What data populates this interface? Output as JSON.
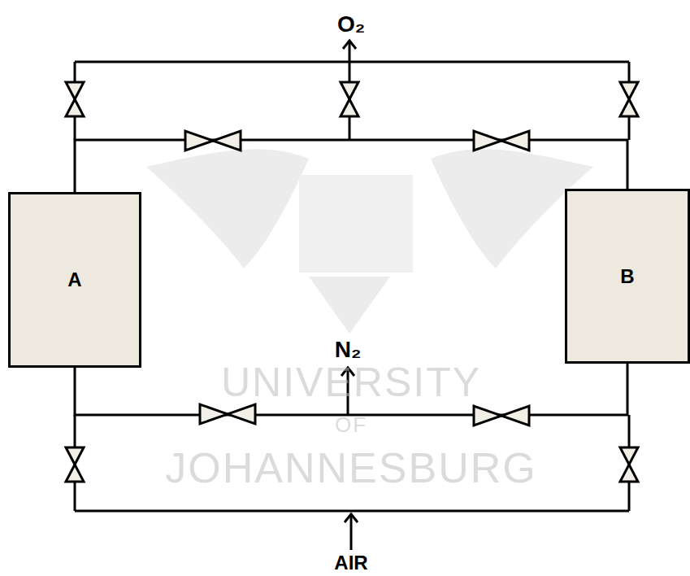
{
  "diagram": {
    "nodes": [
      {
        "text": [
          "A"
        ]
      },
      {
        "text": [
          "B"
        ]
      }
    ],
    "edges": [
      {
        "from": 0,
        "to": 1,
        "arrow": "none"
      },
      {
        "from": 0,
        "to": 1,
        "arrow": "none"
      }
    ],
    "labels": [
      "O₂",
      "N₂",
      "AIR",
      "UNIVERSITY",
      "OF",
      "JOHANNESBURG"
    ]
  }
}
